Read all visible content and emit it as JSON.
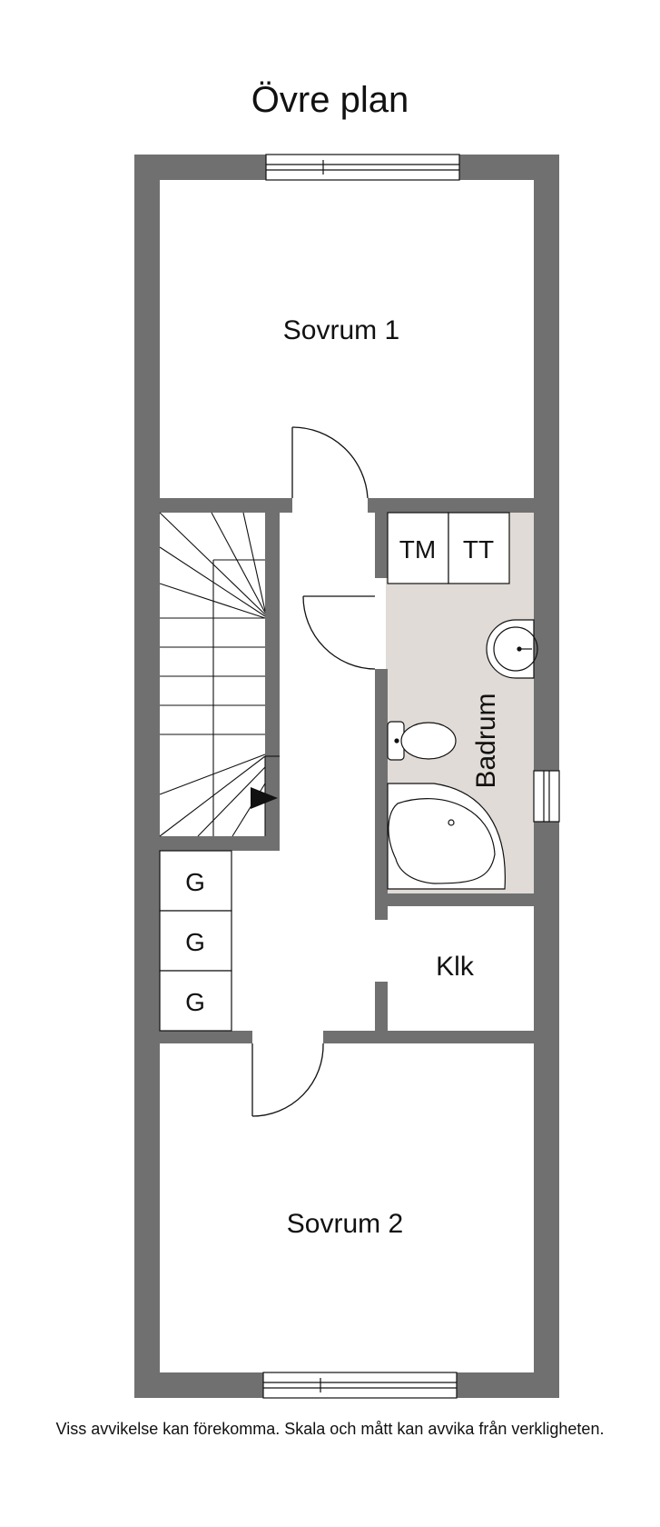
{
  "title": "Övre plan",
  "disclaimer": "Viss avvikelse kan förekomma. Skala och mått kan avvika från verkligheten.",
  "rooms": {
    "sovrum1": "Sovrum 1",
    "sovrum2": "Sovrum 2",
    "badrum": "Badrum",
    "klk": "Klk",
    "tm": "TM",
    "tt": "TT",
    "g1": "G",
    "g2": "G",
    "g3": "G"
  },
  "colors": {
    "wall": "#707070",
    "bathroom_floor": "#e0dbd7",
    "line": "#111111"
  }
}
